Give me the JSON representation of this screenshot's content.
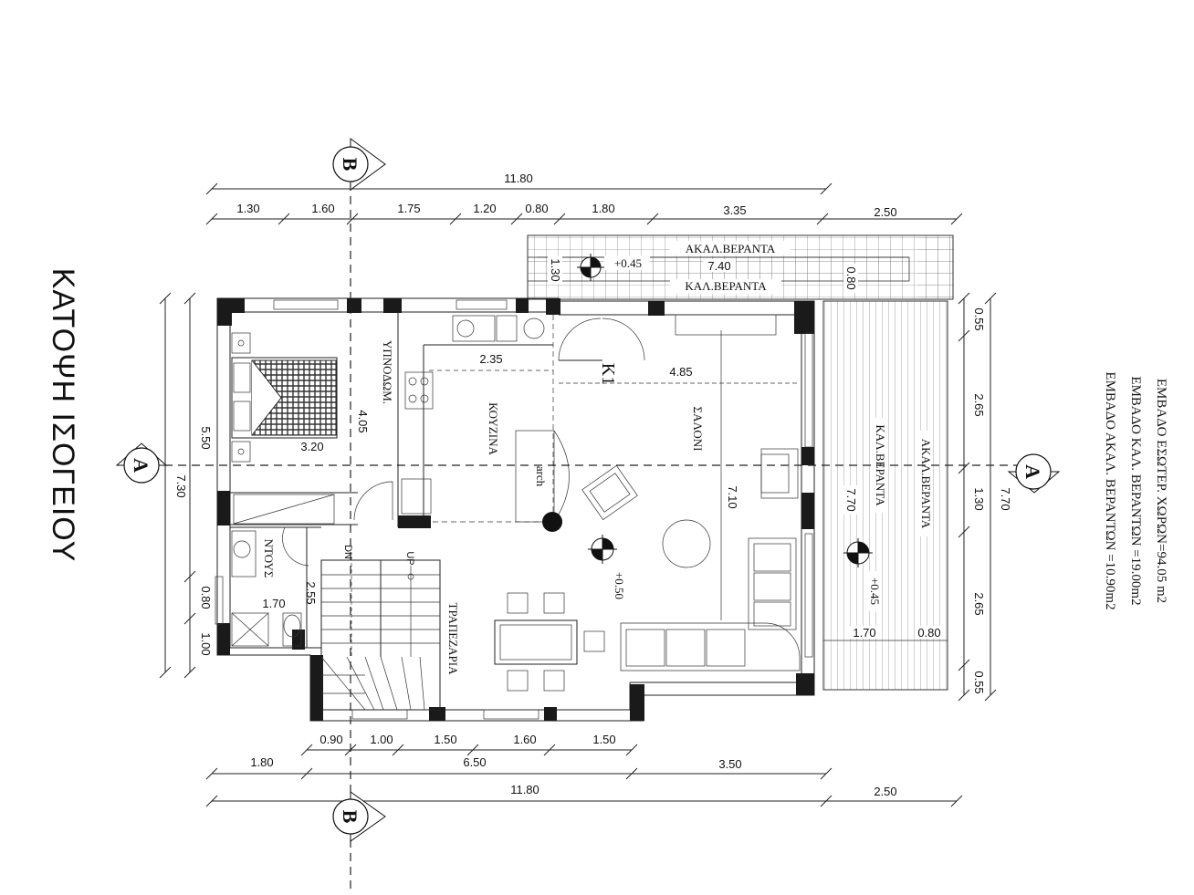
{
  "title": "ΚΑΤΟΨΗ ΙΣΟΓΕΙΟΥ",
  "areas": [
    "ΕΜΒΑΔΟ ΕΣΩΤΕΡ. ΧΩΡΩΝ=94.05 m2",
    "ΕΜΒΑΔΟ ΚΑΛ. ΒΕΡΑΝΤΩΝ =19.00m2",
    "ΕΜΒΑΔΟ ΑΚΑΛ. ΒΕΡΑΝΤΩΝ =10.90m2"
  ],
  "sections": {
    "b": "Β",
    "a": "Α"
  },
  "rooms": {
    "bedroom": "ΥΠΝΟΔΩΜ.",
    "kitchen": "ΚΟΥΖΙΝΑ",
    "living": "ΣΑΛΟΝΙ",
    "shower": "ΝΤΟΥΣ",
    "dining": "ΤΡΑΠΕΖΑΡΙΑ",
    "uncovered_veranda": "ΑΚΑΛ.ΒΕΡΑΝΤΑ",
    "covered_veranda": "ΚΑΛ.ΒΕΡΑΝΤΑ",
    "column": "K1",
    "arch": "arch",
    "stair_up": "UP",
    "stair_down": "DN"
  },
  "levels": {
    "veranda_top": "+0.45",
    "interior": "+0.50",
    "veranda_right": "+0.45"
  },
  "dims": {
    "top_total": "11.80",
    "top_segments": [
      "1.30",
      "1.60",
      "1.75",
      "1.20",
      "0.80",
      "1.80",
      "3.35",
      "2.50"
    ],
    "bottom_segments": [
      "0.90",
      "1.00",
      "1.50",
      "1.60",
      "1.50"
    ],
    "bottom_mid": [
      "1.80",
      "6.50",
      "3.50"
    ],
    "bottom_total": "11.80",
    "bottom_right": "2.50",
    "left_outer": "7.30",
    "left_inner": "5.50",
    "left_small": [
      "0.80",
      "1.00"
    ],
    "right_outer": "7.70",
    "right_segments": [
      "0.55",
      "2.65",
      "1.30",
      "2.65",
      "0.55"
    ],
    "kitchen_w": "2.35",
    "living_w": "4.85",
    "living_h": "7.10",
    "bedroom_w": "3.20",
    "bedroom_h": "4.05",
    "bath_w": "1.70",
    "bath_h": "2.55",
    "veranda_top_w": "7.40",
    "veranda_top_h1": "1.30",
    "veranda_top_h2": "0.80",
    "veranda_right_h": "7.70",
    "veranda_right_w1": "1.70",
    "veranda_right_w2": "0.80"
  }
}
